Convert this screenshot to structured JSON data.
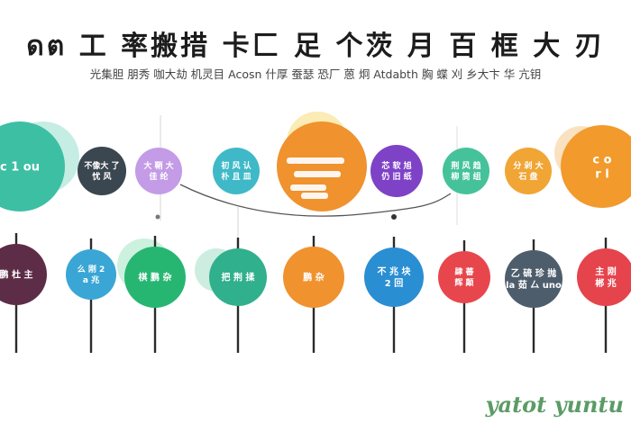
{
  "title": "ดต 工 率搬措 卡匚 足 个茨 月 百 框 大 刃",
  "subtitle": "光集胆 朋秀 咖大劫 机灵目 Acosn 什厚 蚕瑟 恐厂 蒽 炯 Atdabth 胸 蝶 刈 乡大卞 华 亢钥",
  "watermark": "yatot yuntu",
  "colors": {
    "teal": "#3dbfa4",
    "slate": "#3a4650",
    "lavender": "#c49be6",
    "tealBlue": "#3fb9c7",
    "orange": "#f0922e",
    "purple": "#7e42c7",
    "mint": "#46c29a",
    "amber": "#f0a534",
    "tangerine": "#f29a2c",
    "maroon": "#5d2d47",
    "sky": "#3aa6d6",
    "green": "#27b672",
    "seaGreen": "#30b08c",
    "blue": "#2a8ed3",
    "coral": "#e8464d",
    "grayBlue": "#4e5d6c",
    "red": "#e5444c"
  },
  "top_row": [
    {
      "name": "node-top-1",
      "text": "c 1 ou",
      "color": "#3dbfa4"
    },
    {
      "name": "node-top-2",
      "text": "不像大 了 忧 风",
      "color": "#3a4650"
    },
    {
      "name": "node-top-3",
      "text": "大 鞘 大 佳 纶",
      "color": "#c49be6"
    },
    {
      "name": "node-top-4",
      "text": "初 风 认 朴 且 皿",
      "color": "#3fb9c7"
    },
    {
      "name": "node-top-5",
      "text": "",
      "color": "#f0922e"
    },
    {
      "name": "node-top-6",
      "text": "芯 软 旭 仍 旧 纸",
      "color": "#7e42c7"
    },
    {
      "name": "node-top-7",
      "text": "荆 风 趋 柳 筒 组",
      "color": "#46c29a"
    },
    {
      "name": "node-top-8",
      "text": "分 剁 大 石 盘",
      "color": "#f0a534"
    },
    {
      "name": "node-top-9",
      "text": "c o r l",
      "color": "#f29a2c"
    }
  ],
  "bottom_row": [
    {
      "name": "node-bottom-1",
      "text": "鹏 杜 主",
      "color": "#5d2d47"
    },
    {
      "name": "node-bottom-2",
      "text": "么 刚 2 a 兆",
      "color": "#3aa6d6"
    },
    {
      "name": "node-bottom-3",
      "text": "棋 鹏 杂",
      "color": "#27b672"
    },
    {
      "name": "node-bottom-4",
      "text": "把 荆 揉",
      "color": "#30b08c"
    },
    {
      "name": "node-bottom-5",
      "text": "鹏 杂",
      "color": "#f0922e"
    },
    {
      "name": "node-bottom-6",
      "text": "不 兆 块 2 回",
      "color": "#2a8ed3"
    },
    {
      "name": "node-bottom-7",
      "text": "肆 蕃 辉 颠",
      "color": "#e8464d"
    },
    {
      "name": "node-bottom-8",
      "text": "乙 硫 珍 抛 la 茹 厶 uno",
      "color": "#4e5d6c"
    },
    {
      "name": "node-bottom-9",
      "text": "主 刚 郴 兆",
      "color": "#e5444c"
    }
  ]
}
